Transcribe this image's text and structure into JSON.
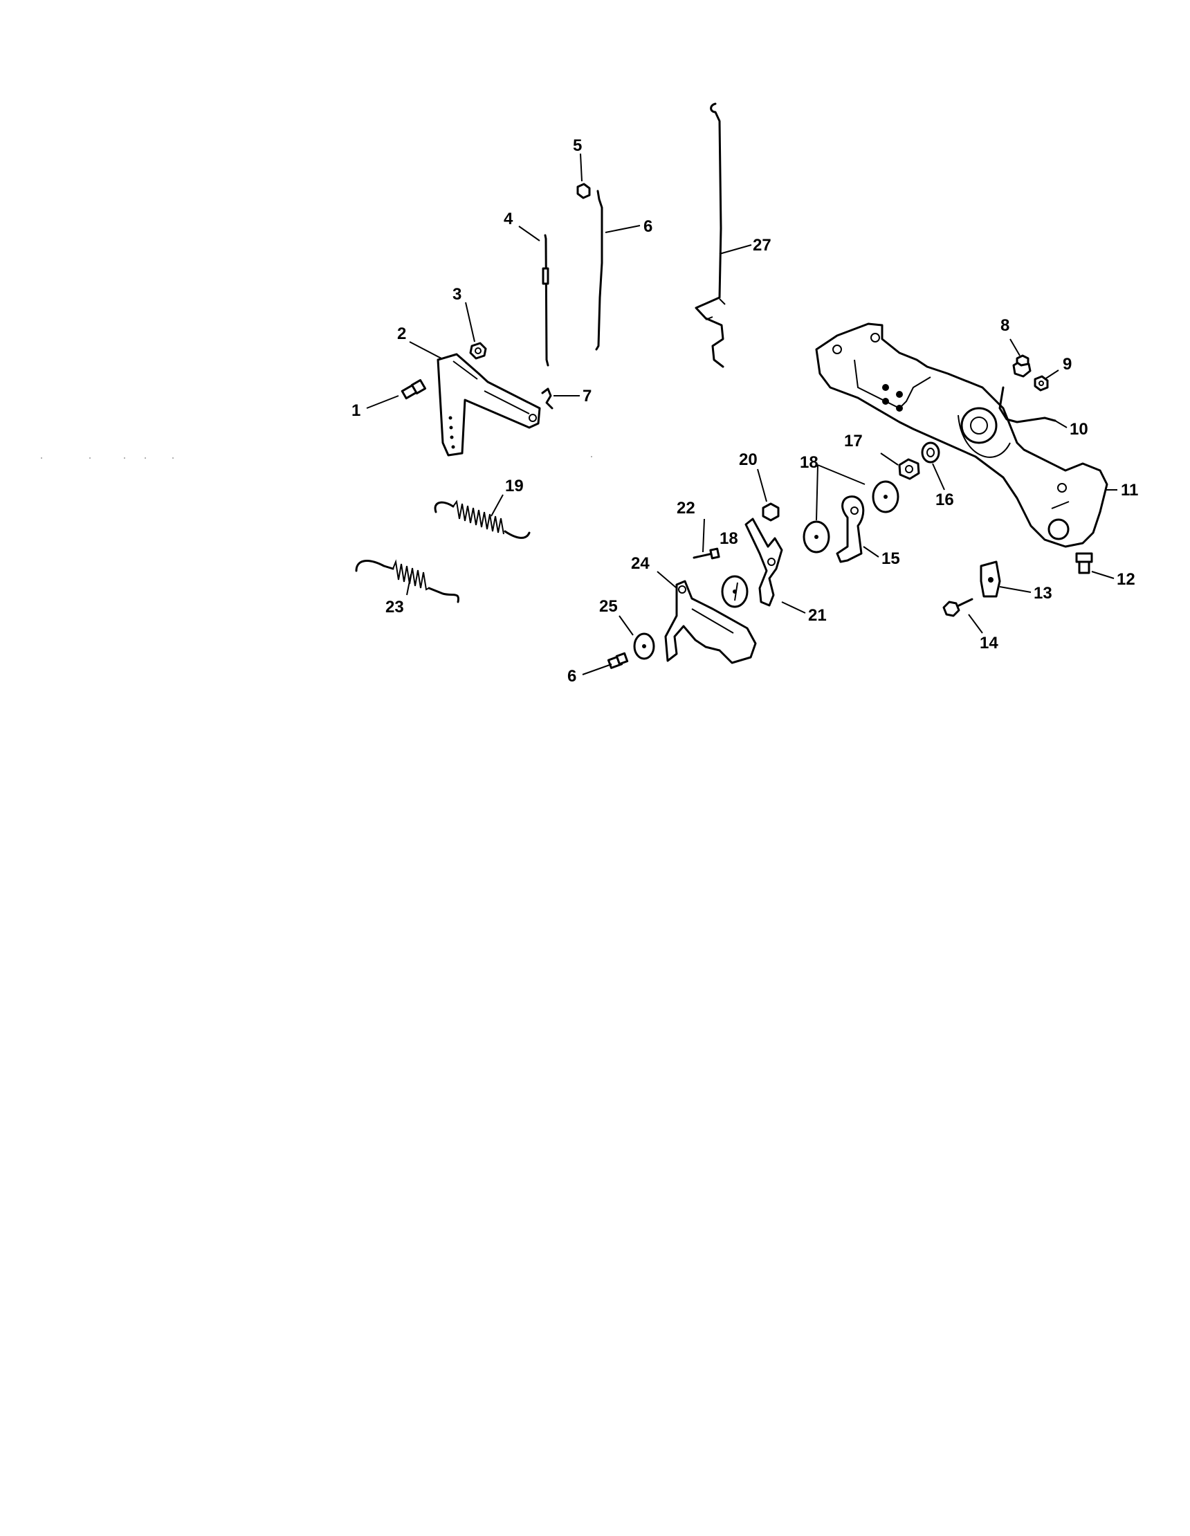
{
  "diagram": {
    "callouts": [
      "1",
      "2",
      "3",
      "4",
      "5",
      "6",
      "27",
      "7",
      "8",
      "9",
      "10",
      "11",
      "12",
      "13",
      "14",
      "15",
      "16",
      "17",
      "18",
      "18",
      "19",
      "20",
      "21",
      "22",
      "23",
      "24",
      "25",
      "6"
    ],
    "parts": [
      "screw",
      "mounting-bracket",
      "nut",
      "rod",
      "nut",
      "rod",
      "link",
      "nut",
      "nut",
      "spring",
      "control-bracket",
      "screw",
      "clip",
      "screw",
      "lever",
      "washer",
      "nut",
      "washer",
      "spring",
      "nut",
      "lever",
      "screw",
      "spring",
      "lever",
      "washer",
      "screw",
      "governor-rod"
    ]
  }
}
